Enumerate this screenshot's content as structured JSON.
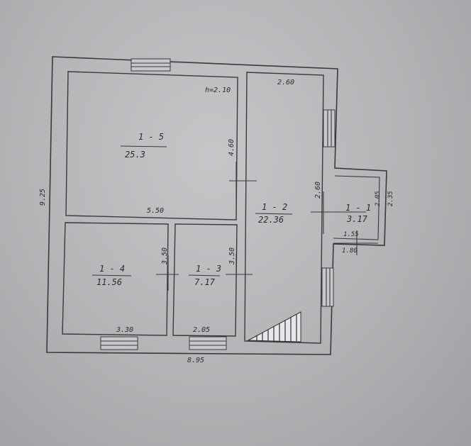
{
  "plan": {
    "rooms": [
      {
        "id": "1-5",
        "label": "1 - 5",
        "area": "25.3"
      },
      {
        "id": "1-4",
        "label": "1 - 4",
        "area": "11.56"
      },
      {
        "id": "1-3",
        "label": "1 - 3",
        "area": "7.17"
      },
      {
        "id": "1-2",
        "label": "1 - 2",
        "area": "22.36"
      },
      {
        "id": "1-1",
        "label": "1 - 1",
        "area": "3.17"
      }
    ],
    "dimensions": {
      "ceiling_height": "h=2.10",
      "overall_width": "8.95",
      "overall_depth": "9.25",
      "room_1_5_width": "5.50",
      "room_1_5_depth": "4.60",
      "room_1_2_width": "2.60",
      "room_1_2_depth": "2.60",
      "room_1_4_width": "3.30",
      "room_1_4_depth": "3.50",
      "room_1_3_width": "2.05",
      "room_1_3_depth": "3.50",
      "porch_depth": "2.05",
      "porch_outer": "2.35",
      "porch_width": "1.55",
      "porch_outer_width": "1.80"
    }
  }
}
